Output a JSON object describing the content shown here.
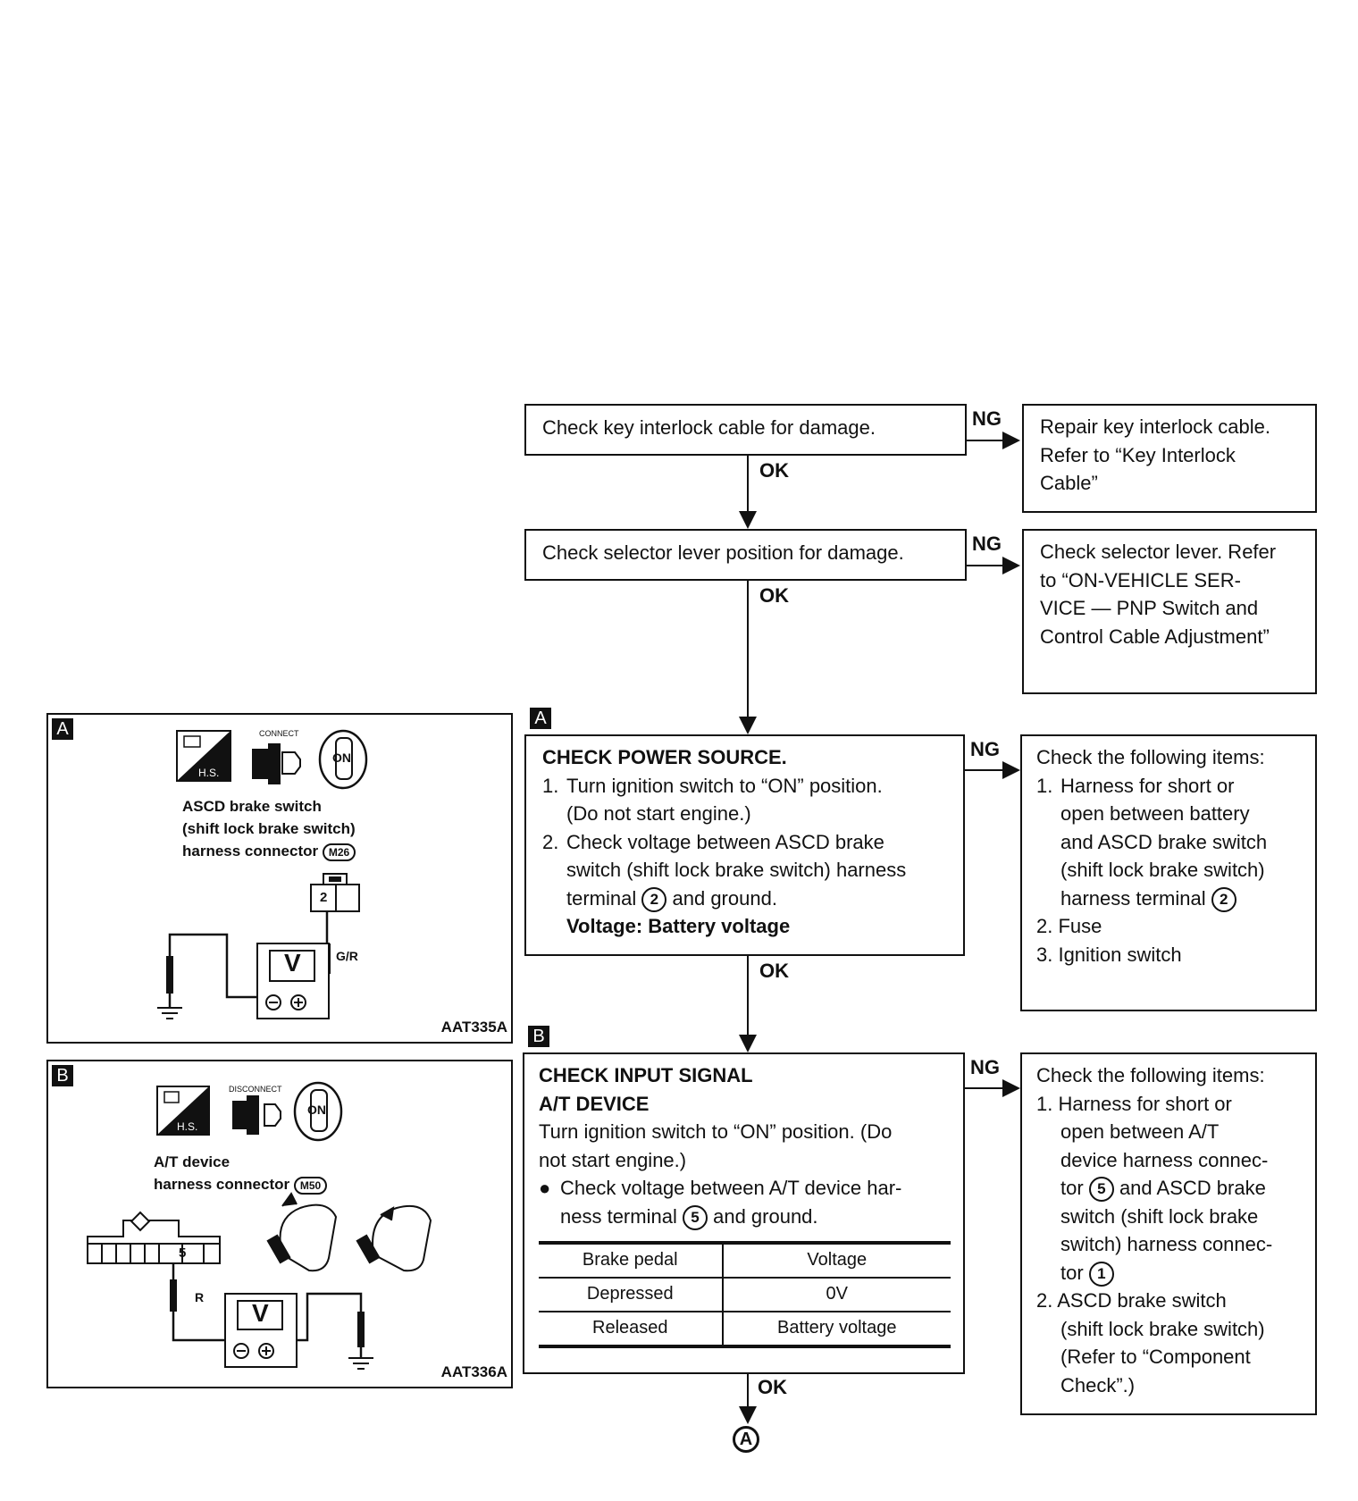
{
  "flow": {
    "step1": {
      "text": "Check key interlock cable for damage."
    },
    "step1_ng": {
      "lines": [
        "Repair key interlock cable.",
        "Refer to “Key Interlock",
        "Cable”"
      ]
    },
    "step2": {
      "text": "Check selector lever position for damage."
    },
    "step2_ng": {
      "lines": [
        "Check selector lever. Refer",
        "to “ON-VEHICLE SER-",
        "VICE — PNP Switch and",
        "Control Cable Adjustment”"
      ]
    },
    "step3": {
      "tag": "A",
      "title": "CHECK POWER SOURCE.",
      "items": [
        {
          "num": "1.",
          "lines": [
            "Turn ignition switch to “ON” position.",
            "(Do not start engine.)"
          ]
        },
        {
          "num": "2.",
          "lines": [
            "Check voltage between ASCD brake",
            "switch (shift lock brake switch) harness"
          ],
          "line_terminal_before": "terminal",
          "terminal": "2",
          "line_terminal_after": "and ground."
        }
      ],
      "spec": "Voltage: Battery voltage"
    },
    "step3_ng": {
      "heading": "Check the following items:",
      "item1_num": "1.",
      "item1_lines": [
        "Harness for short or",
        "open between battery",
        "and ASCD brake switch",
        "(shift lock brake switch)"
      ],
      "item1_last_before": "harness terminal",
      "item1_terminal": "2",
      "item2": "2. Fuse",
      "item3": "3. Ignition switch"
    },
    "step4": {
      "tag": "B",
      "title1": "CHECK INPUT SIGNAL",
      "title2": "A/T DEVICE",
      "intro1": "Turn ignition switch to “ON” position. (Do",
      "intro2": "not start engine.)",
      "bullet": "●",
      "bullet_line1": "Check voltage between A/T device har-",
      "bullet_line2_before": "ness terminal",
      "bullet_terminal": "5",
      "bullet_line2_after": "and ground.",
      "table": {
        "headers": [
          "Brake pedal",
          "Voltage"
        ],
        "rows": [
          [
            "Depressed",
            "0V"
          ],
          [
            "Released",
            "Battery voltage"
          ]
        ]
      }
    },
    "step4_ng": {
      "heading": "Check the following items:",
      "i1a": "1. Harness for short or",
      "i1b": "open between A/T",
      "i1c": "device harness connec-",
      "i1d_before": "tor",
      "i1d_terminal": "5",
      "i1d_after": "and ASCD brake",
      "i1e": "switch (shift lock brake",
      "i1f": "switch) harness connec-",
      "i1g_before": "tor",
      "i1g_terminal": "1",
      "i2a": "2. ASCD brake switch",
      "i2b": "(shift lock brake switch)",
      "i2c": "(Refer to “Component",
      "i2d": "Check”.)"
    },
    "labels": {
      "ok": "OK",
      "ng": "NG"
    },
    "continue_to": "A"
  },
  "figures": {
    "a": {
      "tag": "A",
      "hs": "H.S.",
      "connect": "CONNECT",
      "on": "ON",
      "caption": [
        "ASCD brake switch",
        "(shift lock brake switch)",
        "harness connector"
      ],
      "connector": "M26",
      "pin": "2",
      "wire": "G/R",
      "meter": "V",
      "code": "AAT335A"
    },
    "b": {
      "tag": "B",
      "hs": "H.S.",
      "disconnect": "DISCONNECT",
      "on": "ON",
      "caption": [
        "A/T device",
        "harness connector"
      ],
      "connector": "M50",
      "pin": "5",
      "wire": "R",
      "meter": "V",
      "code": "AAT336A"
    }
  }
}
